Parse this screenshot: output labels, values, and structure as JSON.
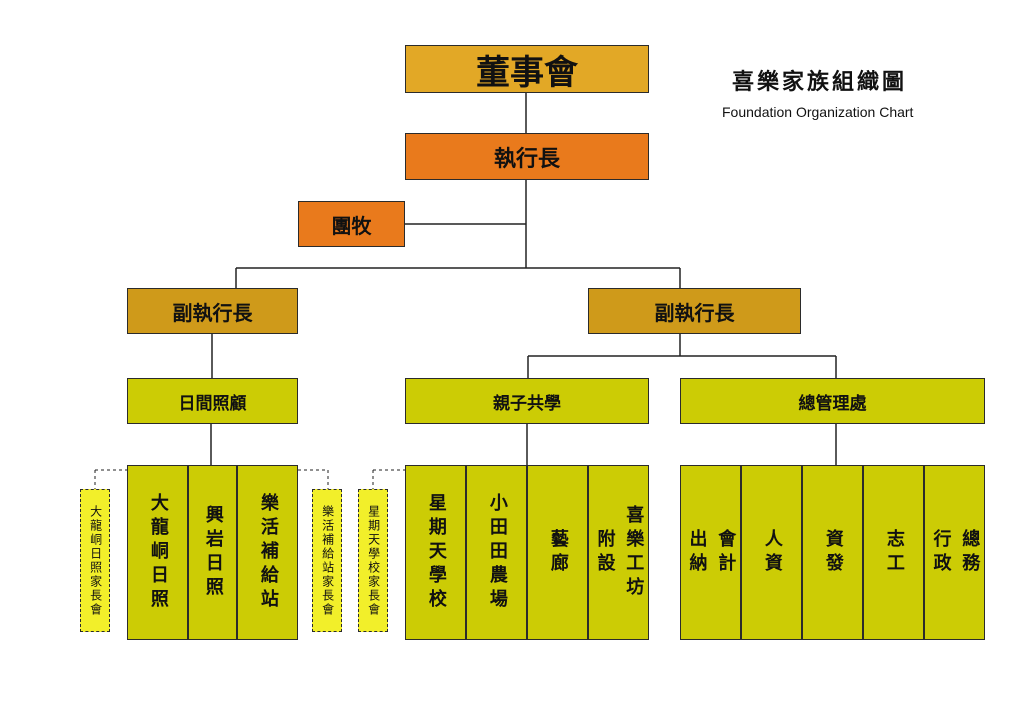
{
  "title": {
    "zh": "喜樂家族組織圖",
    "en": "Foundation Organization Chart"
  },
  "board": "董事會",
  "ceo": "執行長",
  "pastor": "團牧",
  "vp_left": "副執行長",
  "vp_right": "副執行長",
  "departments": {
    "day_care": "日間照顧",
    "family_learning": "親子共學",
    "admin": "總管理處"
  },
  "units": {
    "day_care": [
      "大龍峒日照",
      "興岩日照",
      "樂活補給站"
    ],
    "family_learning": [
      "星期天學校",
      "小田田農場",
      "藝廊",
      "喜樂工坊附設"
    ],
    "admin": [
      "會計出納",
      "人資",
      "資發",
      "志工",
      "總務行政"
    ]
  },
  "parent_groups": [
    "大龍峒日照家長會",
    "樂活補給站家長會",
    "星期天學校家長會"
  ]
}
